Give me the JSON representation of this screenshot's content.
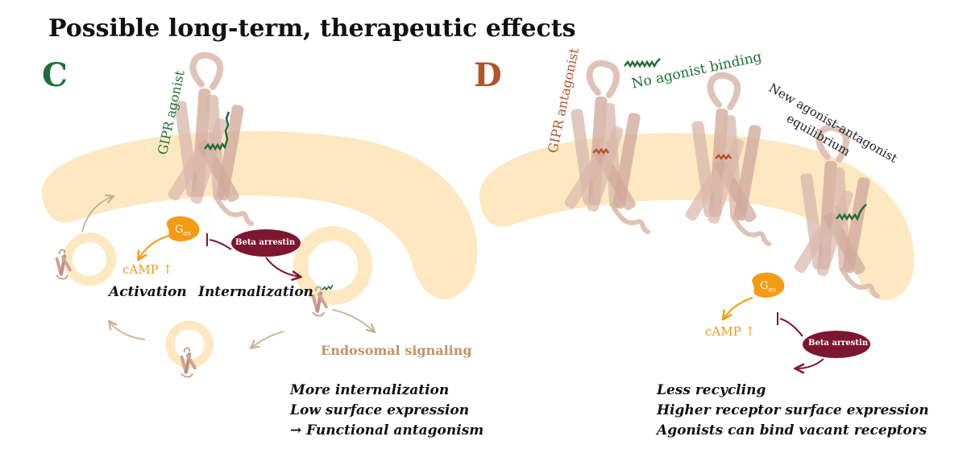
{
  "title": "Possible long-term, therapeutic  effects",
  "panel_c": {
    "letter": "C",
    "agonist_label": "GIPR agonist",
    "gas_label": "G",
    "gas_sub": "αs",
    "arrestin_label": "Beta arrestin",
    "camp_label": "cAMP ↑",
    "activation_label": "Activation",
    "internalization_label": "Internalization",
    "endosomal_label": "Endosomal signaling",
    "notes": [
      "More internalization",
      "Low surface expression",
      "→ Functional antagonism"
    ]
  },
  "panel_d": {
    "letter": "D",
    "antagonist_label": "GIPR antagonist",
    "no_binding_label": "No agonist binding",
    "equilibrium_line1": "New agonist-antagonist",
    "equilibrium_line2": "equilibrium",
    "gas_label": "G",
    "gas_sub": "αs",
    "arrestin_label": "Beta arrestin",
    "camp_label": "cAMP ↑",
    "notes": [
      "Less recycling",
      "Higher receptor surface expression",
      "Agonists can bind vacant receptors"
    ]
  },
  "colors": {
    "membrane": "#fde8c2",
    "receptor": "#d9b8ac",
    "agonist": "#1f6e3a",
    "antagonist": "#b5532c",
    "gas": "#f29c16",
    "arrestin": "#7d1630",
    "endosomal": "#c49264",
    "panel_c_letter": "#1f6e3a",
    "panel_d_letter": "#b5532c"
  }
}
